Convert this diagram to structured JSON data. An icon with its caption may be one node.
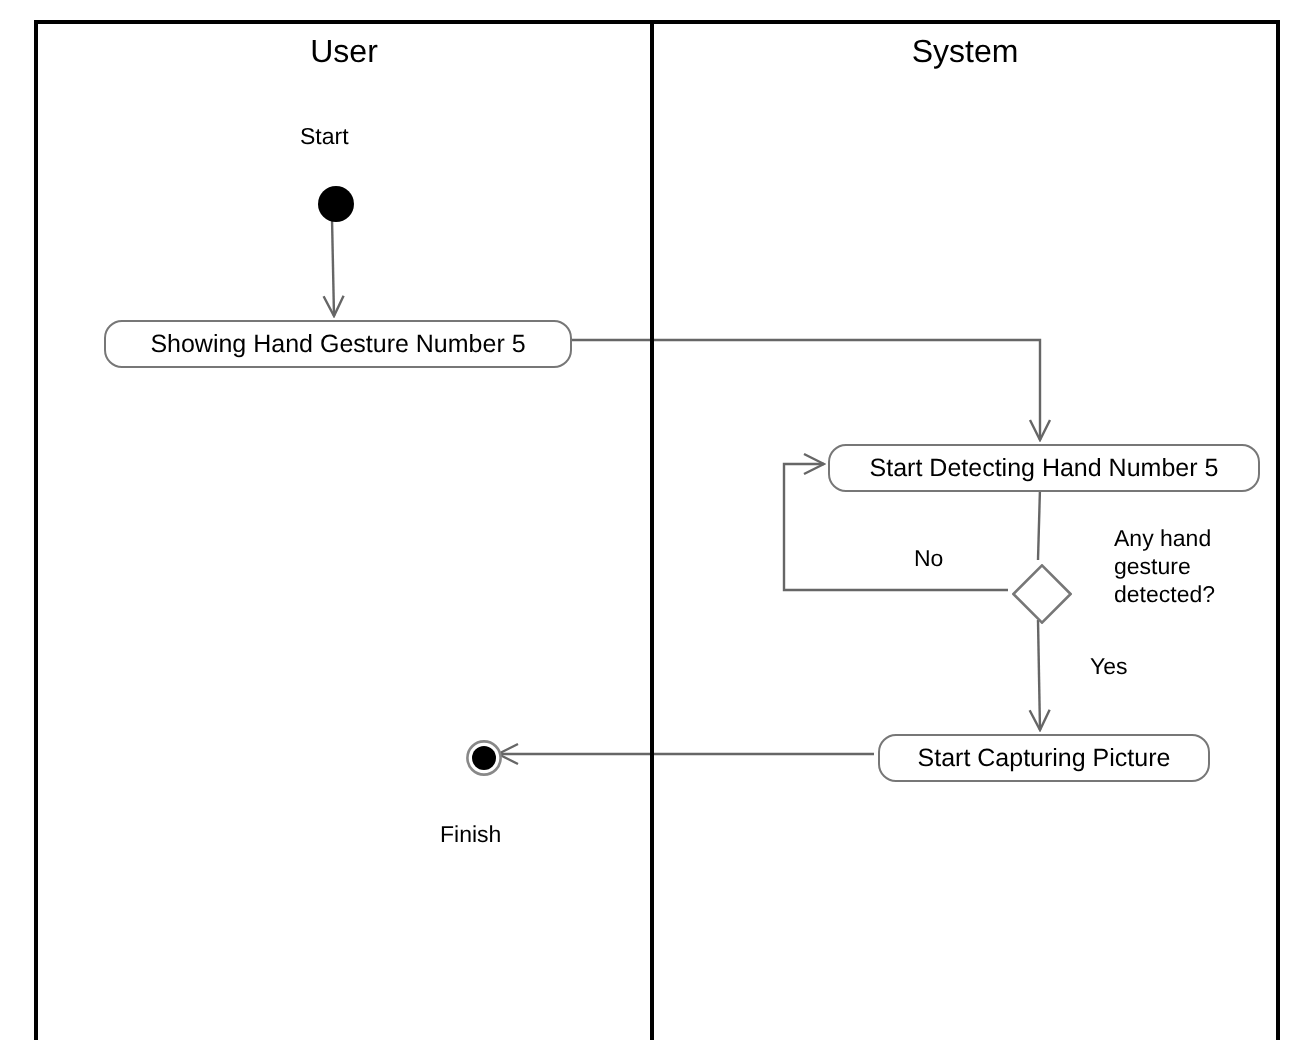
{
  "diagram": {
    "nodes": [
      {
        "text": [
          "User"
        ]
      },
      {
        "text": [
          "System"
        ]
      },
      {
        "text": [],
        "shape": "circle",
        "beside": [
          "Start"
        ],
        "in": 0
      },
      {
        "text": [
          "Showing Hand Gesture Number 5"
        ],
        "in": 0
      },
      {
        "text": [
          "Start Detecting Hand Number 5"
        ],
        "in": 1
      },
      {
        "text": [],
        "shape": "diamond",
        "beside": [
          "Any hand gesture detected?"
        ],
        "in": 1
      },
      {
        "text": [
          "Start Capturing Picture"
        ],
        "in": 1
      },
      {
        "text": [],
        "shape": "circle",
        "beside": [
          "Finish"
        ],
        "in": 0
      }
    ],
    "edges": [
      {
        "from": 2,
        "to": 3,
        "arrow": "to"
      },
      {
        "from": 3,
        "to": 4,
        "arrow": "to"
      },
      {
        "from": 4,
        "to": 5,
        "arrow": "none"
      },
      {
        "from": 5,
        "to": 4,
        "arrow": "to",
        "label": "No"
      },
      {
        "from": 5,
        "to": 6,
        "arrow": "to",
        "label": "Yes"
      },
      {
        "from": 6,
        "to": 7,
        "arrow": "to"
      }
    ]
  }
}
